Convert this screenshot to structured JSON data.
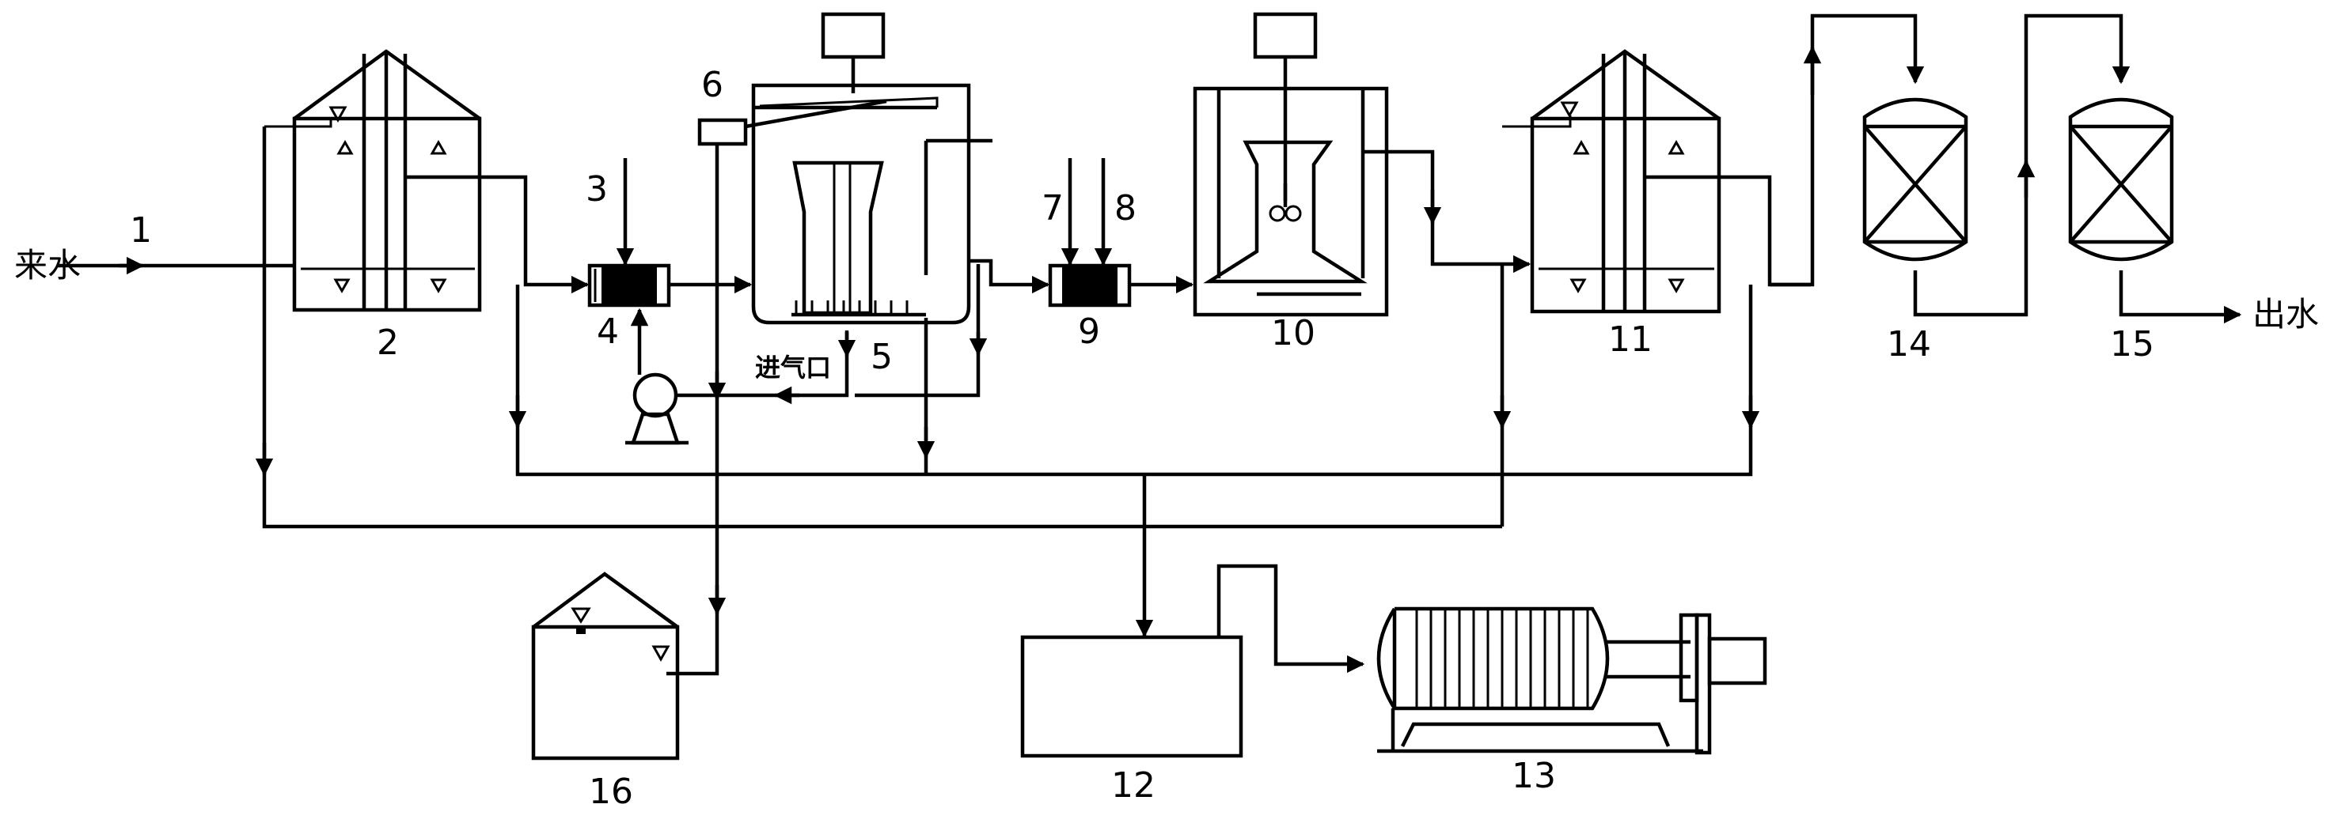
{
  "labels": {
    "inlet": "来水",
    "outlet": "出水",
    "air_inlet": "进气口"
  },
  "units": {
    "u1": "1",
    "u2": "2",
    "u3": "3",
    "u4": "4",
    "u5": "5",
    "u6": "6",
    "u7": "7",
    "u8": "8",
    "u9": "9",
    "u10": "10",
    "u11": "11",
    "u12": "12",
    "u13": "13",
    "u14": "14",
    "u15": "15",
    "u16": "16"
  }
}
